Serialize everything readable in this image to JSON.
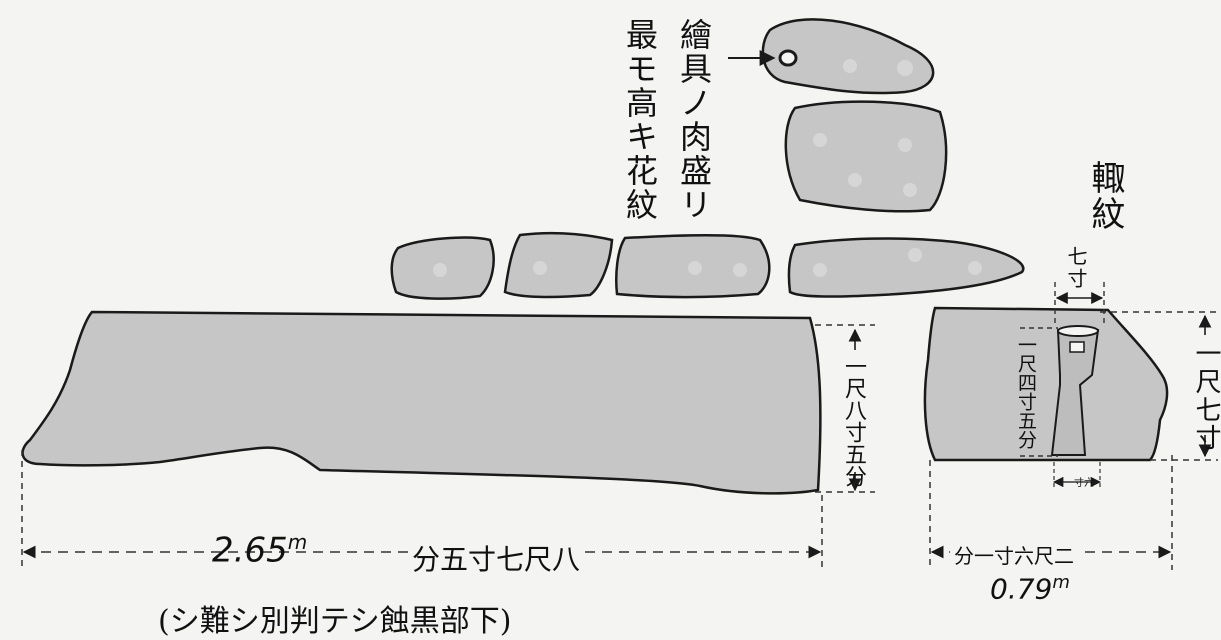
{
  "labels": {
    "pigment_line1": "繪具ノ肉盛リ",
    "pigment_line2": "最モ高キ花紋",
    "crest": "輙紋",
    "dim_7sun": "七寸",
    "dim_height_left": "一尺八寸五分",
    "dim_height_right": "一尺七寸",
    "dim_vessel": "一尺四寸五分",
    "dim_1sun6": "一寸六",
    "width_left_kanji": "八尺七寸五分",
    "width_left_metric": "2.65",
    "width_right_kanji": "二尺六寸一分",
    "width_right_metric": "0.79",
    "metric_unit": "m",
    "caption": "(下部黒蝕シテ判別シ難シ)"
  },
  "colors": {
    "paper": "#f4f4f2",
    "stone_fill": "#c6c6c6",
    "stone_spot": "#d6d6d6",
    "ink": "#1a1a1a",
    "dash": "#333333"
  }
}
